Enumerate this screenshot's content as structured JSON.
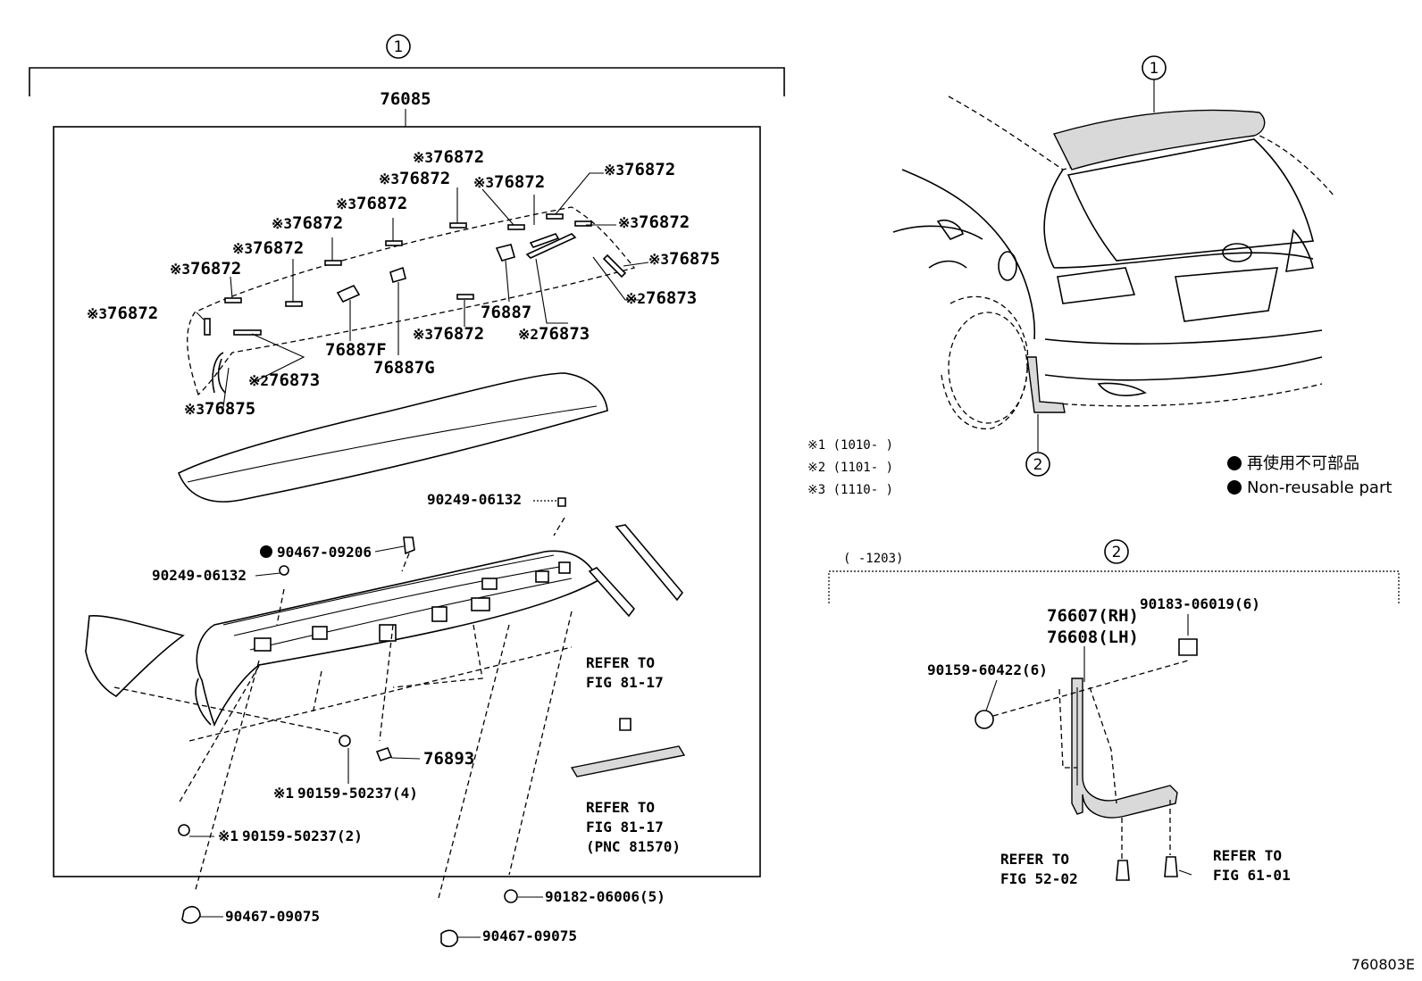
{
  "diagram_id": "760803E",
  "callouts": {
    "one": "1",
    "two": "2"
  },
  "top_assembly": {
    "part_no": "76085"
  },
  "spoiler_labels": {
    "l1": {
      "mark": "※3",
      "text": "76872"
    },
    "l2": {
      "mark": "※3",
      "text": "76872"
    },
    "l3": {
      "mark": "※3",
      "text": "76872"
    },
    "l4": {
      "mark": "※3",
      "text": "76872"
    },
    "l5": {
      "mark": "※3",
      "text": "76872"
    },
    "l6": {
      "mark": "※3",
      "text": "76872"
    },
    "l7": {
      "mark": "※3",
      "text": "76872"
    },
    "l8": {
      "mark": "※3",
      "text": "76872"
    },
    "l9": {
      "mark": "※3",
      "text": "76872"
    },
    "l10": {
      "mark": "※3",
      "text": "76872"
    },
    "l11": {
      "mark": "※3",
      "text": "76875"
    },
    "l12": {
      "mark": "※2",
      "text": "76873"
    },
    "l13": {
      "mark": "",
      "text": "76887"
    },
    "l14": {
      "mark": "※2",
      "text": "76873"
    },
    "l15": {
      "mark": "",
      "text": "76887F"
    },
    "l16": {
      "mark": "※2",
      "text": "76873"
    },
    "l17": {
      "mark": "",
      "text": "76887G"
    },
    "l18": {
      "mark": "※3",
      "text": "76875"
    }
  },
  "fasteners": {
    "f1": "90249-06132",
    "f2": "90467-09206",
    "f3": "90249-06132",
    "f4": "76893",
    "f5_mark": "※1",
    "f5": "90159-50237(4)",
    "f6_mark": "※1",
    "f6": "90159-50237(2)",
    "f7": "90467-09075",
    "f8": "90182-06006(5)",
    "f9": "90467-09075"
  },
  "refer_left": {
    "a1": "REFER TO",
    "a2": "FIG 81-17",
    "b1": "REFER TO",
    "b2": "FIG 81-17",
    "b3": "(PNC 81570)"
  },
  "notes": {
    "n1": "※1 (1010-        )",
    "n2": "※2 (1101-        )",
    "n3": "※3 (1110-        )"
  },
  "legend": {
    "jp": "再使用不可部品",
    "en": "Non-reusable part"
  },
  "mudguard": {
    "range": "(      -1203)",
    "part_rh": "76607(RH)",
    "part_lh": "76608(LH)",
    "screw": "90183-06019(6)",
    "clip": "90159-60422(6)",
    "ref_a1": "REFER TO",
    "ref_a2": "FIG 52-02",
    "ref_b1": "REFER TO",
    "ref_b2": "FIG 61-01"
  }
}
